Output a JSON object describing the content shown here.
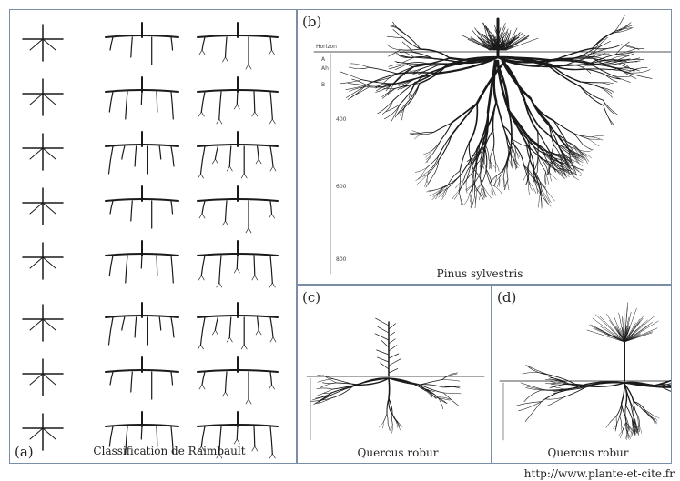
{
  "panels": {
    "a": {
      "label": "(a)",
      "caption": "Classification de Raimbault"
    },
    "b": {
      "label": "(b)",
      "caption": "Pinus sylvestris",
      "horizon_label": "Horizon",
      "depth_labels": [
        "400",
        "600",
        "800"
      ],
      "horizon_codes": [
        "A",
        "Ah",
        "B"
      ]
    },
    "c": {
      "label": "(c)",
      "caption": "Quercus robur"
    },
    "d": {
      "label": "(d)",
      "caption": "Quercus robur"
    }
  },
  "footer": {
    "url": "http://www.plante-et-cite.fr"
  }
}
